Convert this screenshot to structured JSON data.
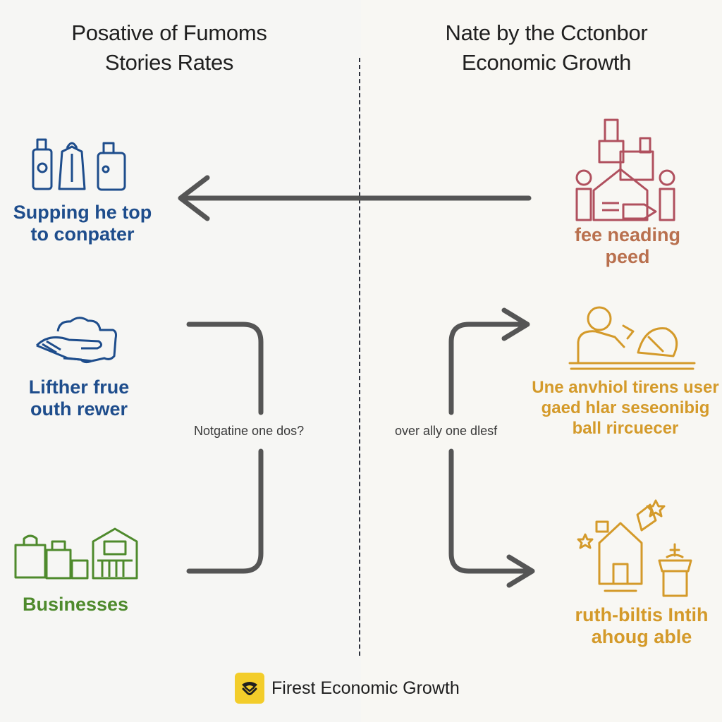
{
  "left_heading": {
    "line1": "Posative of Fumoms",
    "line2": "Stories Rates"
  },
  "right_heading": {
    "line1": "Nate by the Cctonbor",
    "line2": "Economic Growth"
  },
  "left_items": [
    {
      "icon": "bottles-icon",
      "line1": "Supping he top",
      "line2": "to conpater"
    },
    {
      "icon": "hand-icon",
      "line1": "Lifther frue",
      "line2": "outh rewer"
    },
    {
      "icon": "businesses-icon",
      "line1": "Businesses"
    }
  ],
  "right_items": [
    {
      "icon": "factory-people-icon",
      "line1": "fee neading",
      "line2": "peed"
    },
    {
      "icon": "worker-desk-icon",
      "line1": "Une anvhiol tirens user",
      "line2": "gaed hlar seseonibig",
      "line3": "ball rircuecer"
    },
    {
      "icon": "house-podium-icon",
      "line1": "ruth-biltis Intih",
      "line2": "ahoug able"
    }
  ],
  "middle_labels": {
    "left": "Notgatine one dos?",
    "right": "over ally one dlesf"
  },
  "footer": {
    "logo_icon": "handshake-logo-icon",
    "text": "Firest Economic Growth"
  },
  "colors": {
    "blue": "#1e4d8c",
    "green": "#4e8a2c",
    "rose": "#b0505e",
    "gold": "#d49a2a",
    "arrow": "#555555",
    "logo_bg": "#f3cd2a"
  }
}
